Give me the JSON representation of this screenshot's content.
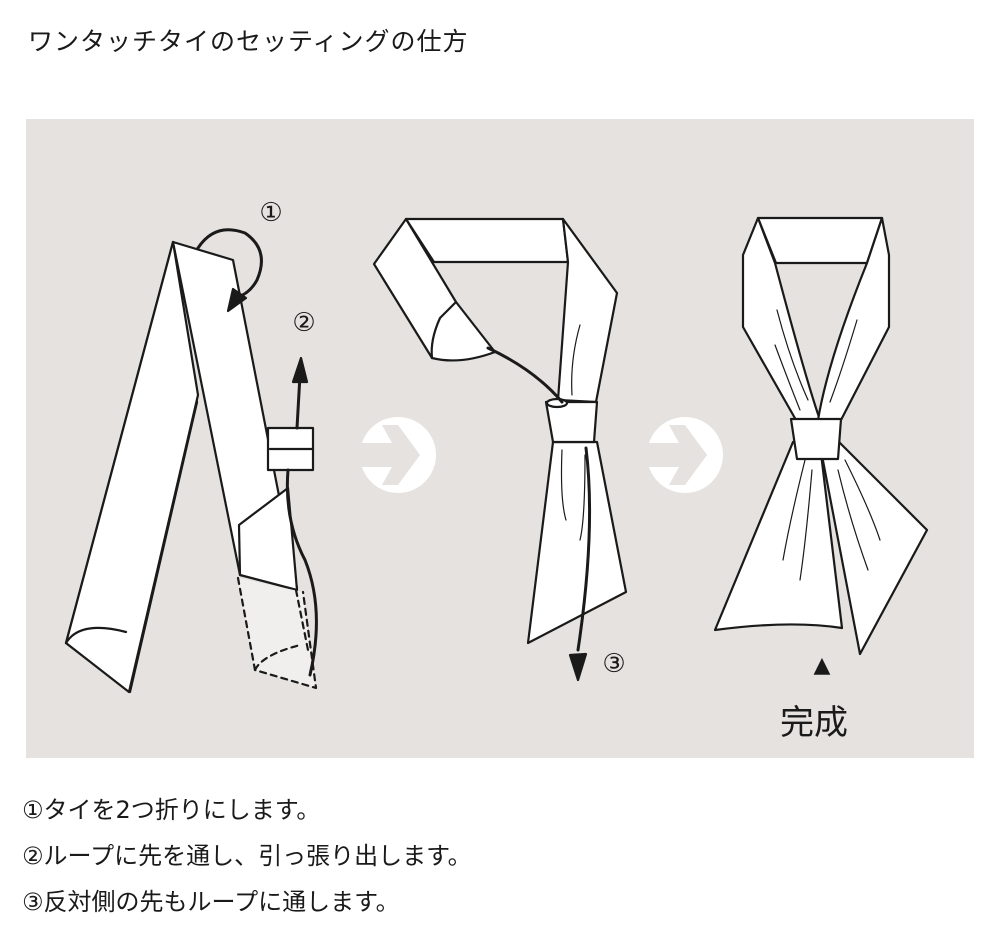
{
  "title": "ワンタッチタイのセッティングの仕方",
  "illustration": {
    "background_color": "#e5e2df",
    "stroke_color": "#1a1a1a",
    "fill_color": "#ffffff",
    "markers": [
      {
        "id": "1",
        "label": "①"
      },
      {
        "id": "2",
        "label": "②"
      },
      {
        "id": "3",
        "label": "③"
      }
    ],
    "panels": [
      {
        "name": "fold-tie",
        "description": "Tie folded in two, loop with arrow pulling end up"
      },
      {
        "name": "thread-loop",
        "description": "Tie around neck, end threaded through loop"
      },
      {
        "name": "completed",
        "description": "Finished tie"
      }
    ],
    "next_arrows": [
      "arrow-right-icon",
      "arrow-right-icon"
    ],
    "complete_marker": "▲",
    "complete_label": "完成"
  },
  "instructions": [
    "①タイを2つ折りにします。",
    "②ループに先を通し、引っ張り出します。",
    "③反対側の先もループに通します。"
  ]
}
